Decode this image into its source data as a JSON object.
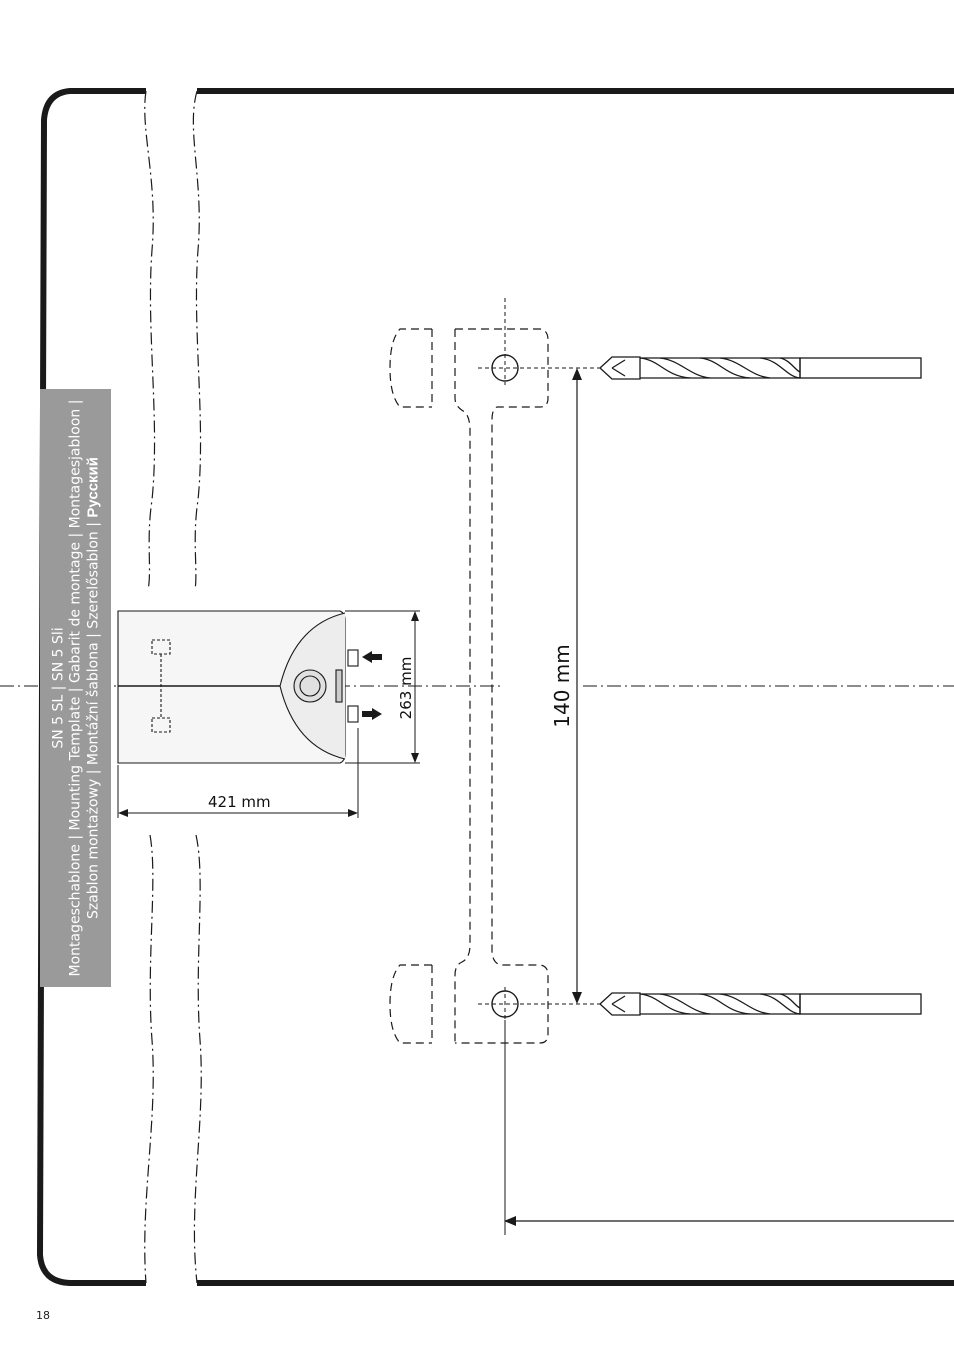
{
  "sidebar": {
    "line1": "SN 5 SL  |  SN 5 Sli",
    "line2": "Montageschablone | Mounting Template | Gabarit de montage | Montagesjabloon |",
    "line3_prefix": "Szablon montażowy | Montážní šablona | Szerelősablon | ",
    "line3_ru": "Русский"
  },
  "dimensions": {
    "width": "421 mm",
    "height": "263 mm",
    "hole_spacing": "140 mm"
  },
  "page_number": "18",
  "colors": {
    "label_bg": "#9a9a9a",
    "line": "#1a1a1a"
  }
}
